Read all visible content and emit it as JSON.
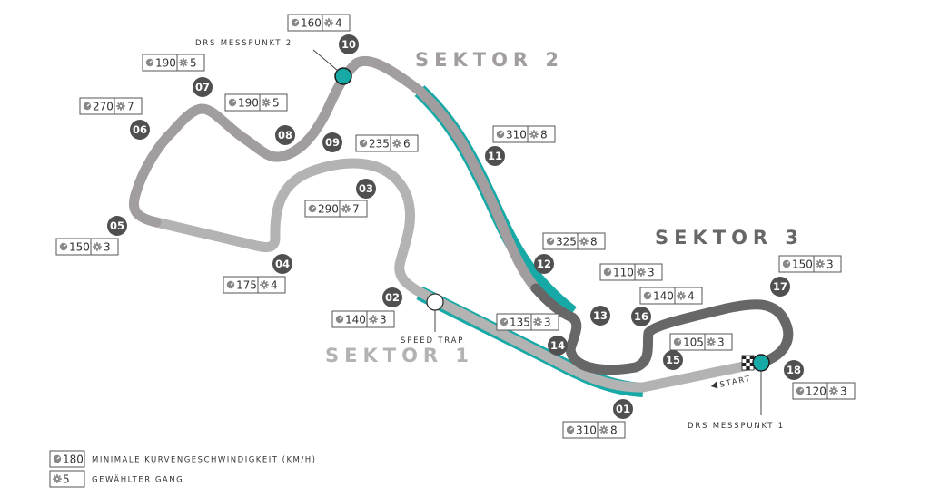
{
  "sectors": [
    {
      "label": "SEKTOR 1",
      "color": "#b3b3b3"
    },
    {
      "label": "SEKTOR 2",
      "color": "#a29d9f"
    },
    {
      "label": "SEKTOR 3",
      "color": "#676767"
    }
  ],
  "labels": {
    "drs1": "DRS MESSPUNKT 1",
    "drs2": "DRS MESSPUNKT 2",
    "speed_trap": "SPEED TRAP",
    "start": "START"
  },
  "turns": [
    {
      "num": "01",
      "speed": "310",
      "gear": "8"
    },
    {
      "num": "02",
      "speed": "140",
      "gear": "3"
    },
    {
      "num": "03",
      "speed": "290",
      "gear": "7"
    },
    {
      "num": "04",
      "speed": "175",
      "gear": "4"
    },
    {
      "num": "05",
      "speed": "150",
      "gear": "3"
    },
    {
      "num": "06",
      "speed": "270",
      "gear": "7"
    },
    {
      "num": "07",
      "speed": "190",
      "gear": "5"
    },
    {
      "num": "08",
      "speed": "190",
      "gear": "5"
    },
    {
      "num": "09",
      "speed": "235",
      "gear": "6"
    },
    {
      "num": "10",
      "speed": "160",
      "gear": "4"
    },
    {
      "num": "11",
      "speed": "310",
      "gear": "8"
    },
    {
      "num": "12",
      "speed": "325",
      "gear": "8"
    },
    {
      "num": "13",
      "speed": "110",
      "gear": "3"
    },
    {
      "num": "14",
      "speed": "135",
      "gear": "3"
    },
    {
      "num": "15",
      "speed": "105",
      "gear": "3"
    },
    {
      "num": "16",
      "speed": "140",
      "gear": "4"
    },
    {
      "num": "17",
      "speed": "150",
      "gear": "3"
    },
    {
      "num": "18",
      "speed": "120",
      "gear": "3"
    }
  ],
  "legend": [
    {
      "value": "180",
      "icon": "speed-icon",
      "text": "MINIMALE KURVENGESCHWINDIGKEIT (KM/H)"
    },
    {
      "value": "5",
      "icon": "gear-icon",
      "text": "GEWÄHLTER GANG"
    }
  ],
  "colors": {
    "drs_accent": "#17a9a6",
    "turn_circle": "#505050",
    "sector1": "#b3b3b3",
    "sector2": "#a29d9f",
    "sector3": "#676767"
  }
}
